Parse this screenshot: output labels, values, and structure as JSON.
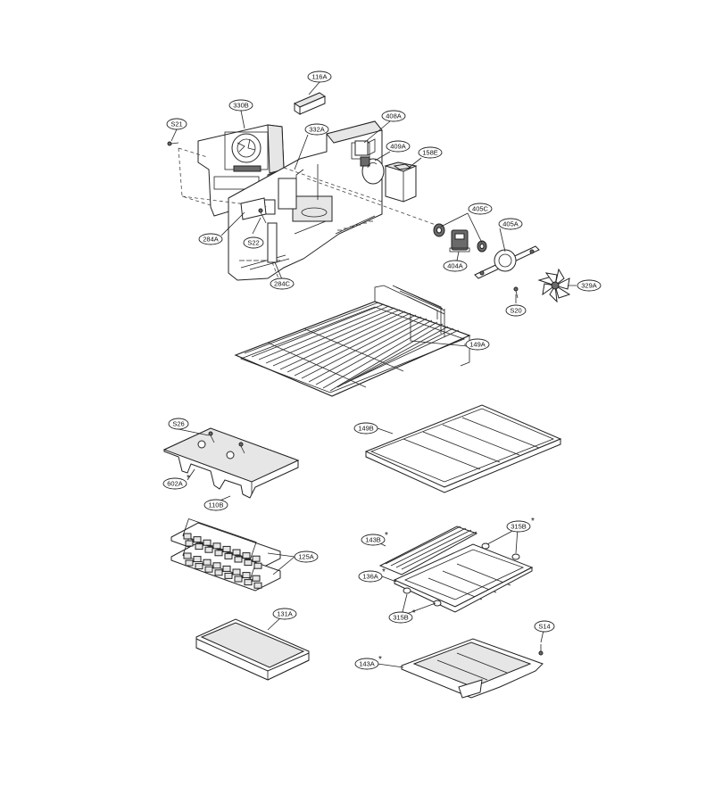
{
  "diagram": {
    "callouts": {
      "c116A": "116A",
      "c330B": "330B",
      "cS21": "S21",
      "c408A": "408A",
      "c332A": "332A",
      "c409A": "409A",
      "c158E": "158E",
      "c284A": "284A",
      "cS22": "S22",
      "c284C": "284C",
      "c405C": "405C",
      "c405A": "405A",
      "c404A": "404A",
      "c329A": "329A",
      "cS20": "S20",
      "c149A": "149A",
      "cS26": "S26",
      "c602A": "602A",
      "c110B": "110B",
      "c149B": "149B",
      "c125A": "125A",
      "c143B": "143B",
      "c315B_top": "315B",
      "c136A": "136A",
      "c315B_bottom": "315B",
      "c131A": "131A",
      "cS14": "S14",
      "c143A": "143A"
    },
    "service_mark": "*"
  }
}
